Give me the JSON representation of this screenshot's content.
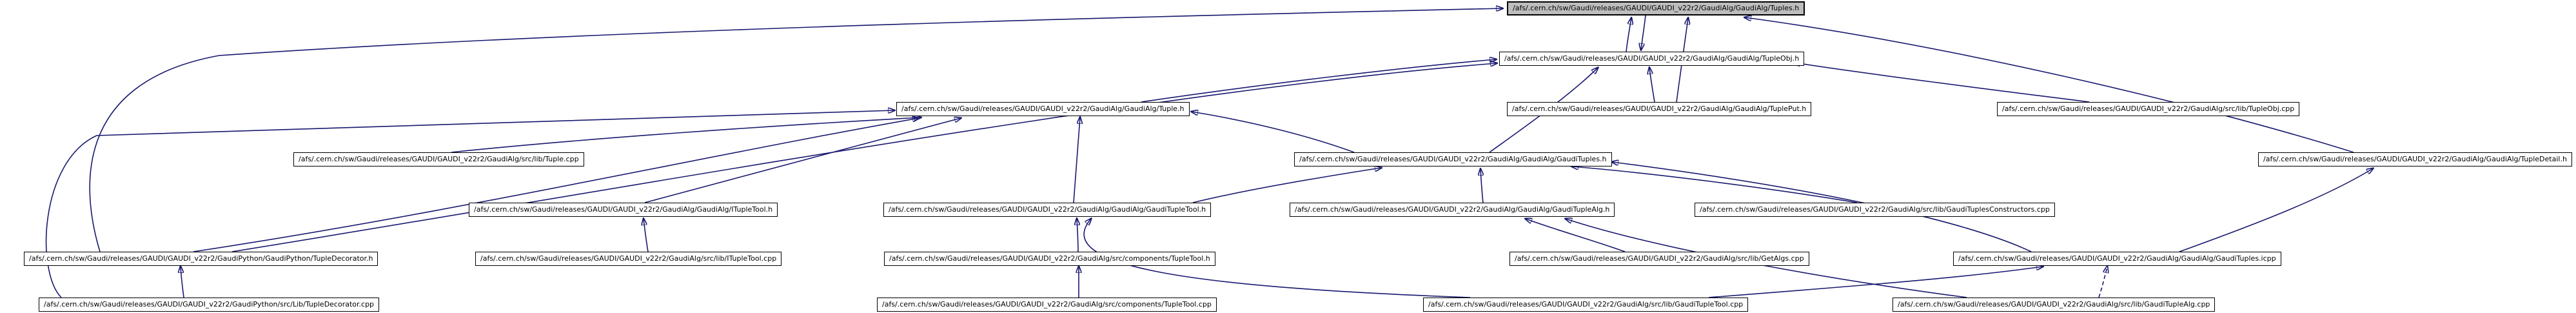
{
  "graph": {
    "kind": "doxygen-included-by-dependency-graph",
    "edge_color": "#191970",
    "node_border_color": "#000000",
    "highlight_fill": "#bdbdbd",
    "root_label": "/afs/.cern.ch/sw/Gaudi/releases/GAUDI/GAUDI_v22r2/GaudiAlg/GaudiAlg/Tuples.h",
    "nodes": [
      {
        "id": "tuples-h",
        "label": "/afs/.cern.ch/sw/Gaudi/releases/GAUDI/GAUDI_v22r2/GaudiAlg/GaudiAlg/Tuples.h",
        "highlighted": true
      },
      {
        "id": "tupleobj-h",
        "label": "/afs/.cern.ch/sw/Gaudi/releases/GAUDI/GAUDI_v22r2/GaudiAlg/GaudiAlg/TupleObj.h",
        "highlighted": false
      },
      {
        "id": "tuple-h",
        "label": "/afs/.cern.ch/sw/Gaudi/releases/GAUDI/GAUDI_v22r2/GaudiAlg/GaudiAlg/Tuple.h",
        "highlighted": false
      },
      {
        "id": "tupleput-h",
        "label": "/afs/.cern.ch/sw/Gaudi/releases/GAUDI/GAUDI_v22r2/GaudiAlg/GaudiAlg/TuplePut.h",
        "highlighted": false
      },
      {
        "id": "tupleobj-cpp",
        "label": "/afs/.cern.ch/sw/Gaudi/releases/GAUDI/GAUDI_v22r2/GaudiAlg/src/lib/TupleObj.cpp",
        "highlighted": false
      },
      {
        "id": "tuple-cpp",
        "label": "/afs/.cern.ch/sw/Gaudi/releases/GAUDI/GAUDI_v22r2/GaudiAlg/src/lib/Tuple.cpp",
        "highlighted": false
      },
      {
        "id": "gauditu ples-h-unused",
        "label": "",
        "highlighted": false
      },
      {
        "id": "gaudituples-h",
        "label": "/afs/.cern.ch/sw/Gaudi/releases/GAUDI/GAUDI_v22r2/GaudiAlg/GaudiAlg/GaudiTuples.h",
        "highlighted": false
      },
      {
        "id": "tupledetail-h",
        "label": "/afs/.cern.ch/sw/Gaudi/releases/GAUDI/GAUDI_v22r2/GaudiAlg/GaudiAlg/TupleDetail.h",
        "highlighted": false
      },
      {
        "id": "itupletool-h",
        "label": "/afs/.cern.ch/sw/Gaudi/releases/GAUDI/GAUDI_v22r2/GaudiAlg/GaudiAlg/ITupleTool.h",
        "highlighted": false
      },
      {
        "id": "gauditupletool-h",
        "label": "/afs/.cern.ch/sw/Gaudi/releases/GAUDI/GAUDI_v22r2/GaudiAlg/GaudiAlg/GaudiTupleTool.h",
        "highlighted": false
      },
      {
        "id": "gauditupklealg-h",
        "label": "/afs/.cern.ch/sw/Gaudi/releases/GAUDI/GAUDI_v22r2/GaudiAlg/GaudiAlg/GaudiTupleAlg.h",
        "highlighted": false
      },
      {
        "id": "gaudituplesconstructors-cpp",
        "label": "/afs/.cern.ch/sw/Gaudi/releases/GAUDI/GAUDI_v22r2/GaudiAlg/src/lib/GaudiTuplesConstructors.cpp",
        "highlighted": false
      },
      {
        "id": "tupledecorator-h",
        "label": "/afs/.cern.ch/sw/Gaudi/releases/GAUDI/GAUDI_v22r2/GaudiPython/GaudiPython/TupleDecorator.h",
        "highlighted": false
      },
      {
        "id": "itupletool-cpp",
        "label": "/afs/.cern.ch/sw/Gaudi/releases/GAUDI/GAUDI_v22r2/GaudiAlg/src/lib/ITupleTool.cpp",
        "highlighted": false
      },
      {
        "id": "components-tupletool-h",
        "label": "/afs/.cern.ch/sw/Gaudi/releases/GAUDI/GAUDI_v22r2/GaudiAlg/src/components/TupleTool.h",
        "highlighted": false
      },
      {
        "id": "getalgs-cpp",
        "label": "/afs/.cern.ch/sw/Gaudi/releases/GAUDI/GAUDI_v22r2/GaudiAlg/src/lib/GetAlgs.cpp",
        "highlighted": false
      },
      {
        "id": "gaudituples-icpp",
        "label": "/afs/.cern.ch/sw/Gaudi/releases/GAUDI/GAUDI_v22r2/GaudiAlg/GaudiAlg/GaudiTuples.icpp",
        "highlighted": false
      },
      {
        "id": "tupledecorator-cpp",
        "label": "/afs/.cern.ch/sw/Gaudi/releases/GAUDI/GAUDI_v22r2/GaudiPython/src/Lib/TupleDecorator.cpp",
        "highlighted": false
      },
      {
        "id": "components-tupletool-cpp",
        "label": "/afs/.cern.ch/sw/Gaudi/releases/GAUDI/GAUDI_v22r2/GaudiAlg/src/components/TupleTool.cpp",
        "highlighted": false
      },
      {
        "id": "gauditupletool-cpp",
        "label": "/afs/.cern.ch/sw/Gaudi/releases/GAUDI/GAUDI_v22r2/GaudiAlg/src/lib/GaudiTupleTool.cpp",
        "highlighted": false
      },
      {
        "id": "gauditunplealg-cpp",
        "label": "/afs/.cern.ch/sw/Gaudi/releases/GAUDI/GAUDI_v22r2/GaudiAlg/src/lib/GaudiTupleAlg.cpp",
        "highlighted": false
      }
    ]
  }
}
